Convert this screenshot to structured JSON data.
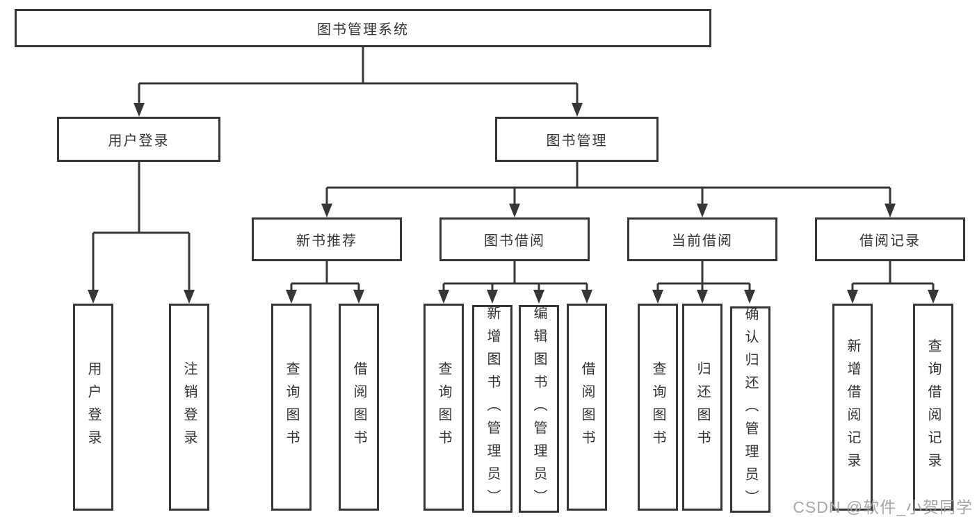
{
  "diagram": {
    "title": "图书管理系统",
    "level2": {
      "user_login": "用户登录",
      "book_management": "图书管理"
    },
    "level3": {
      "new_book_recommend": "新书推荐",
      "book_borrowing": "图书借阅",
      "current_borrowing": "当前借阅",
      "borrowing_records": "借阅记录"
    },
    "leaves": {
      "user_login": [
        "用户登录",
        "注销登录"
      ],
      "new_book_recommend": [
        "查询图书",
        "借阅图书"
      ],
      "book_borrowing": [
        "查询图书",
        "新增图书（管理员）",
        "编辑图书（管理员）",
        "借阅图书"
      ],
      "current_borrowing": [
        "查询图书",
        "归还图书",
        "确认归还（管理员）"
      ],
      "borrowing_records": [
        "新增借阅记录",
        "查询借阅记录"
      ]
    }
  },
  "watermark": "CSDN @软件_小贺同学",
  "colors": {
    "line": "#363636",
    "text": "#333333",
    "background": "#ffffff",
    "watermark": "#9b9b9b"
  }
}
